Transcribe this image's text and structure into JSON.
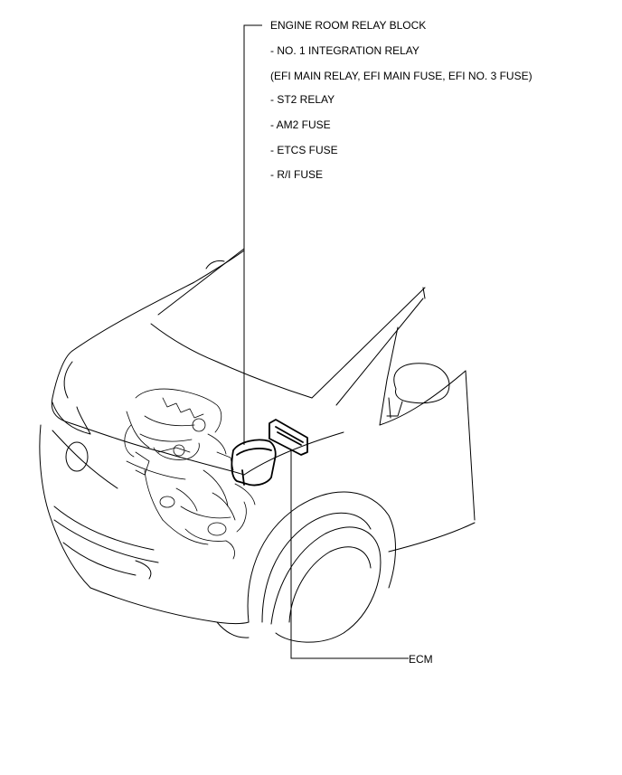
{
  "labels": {
    "relay_block": "ENGINE ROOM RELAY BLOCK",
    "items": [
      "- NO. 1 INTEGRATION RELAY",
      "(EFI MAIN RELAY, EFI MAIN FUSE, EFI NO. 3 FUSE)",
      "- ST2 RELAY",
      "- AM2 FUSE",
      "- ETCS FUSE",
      "- R/I FUSE"
    ],
    "ecm": "ECM"
  }
}
